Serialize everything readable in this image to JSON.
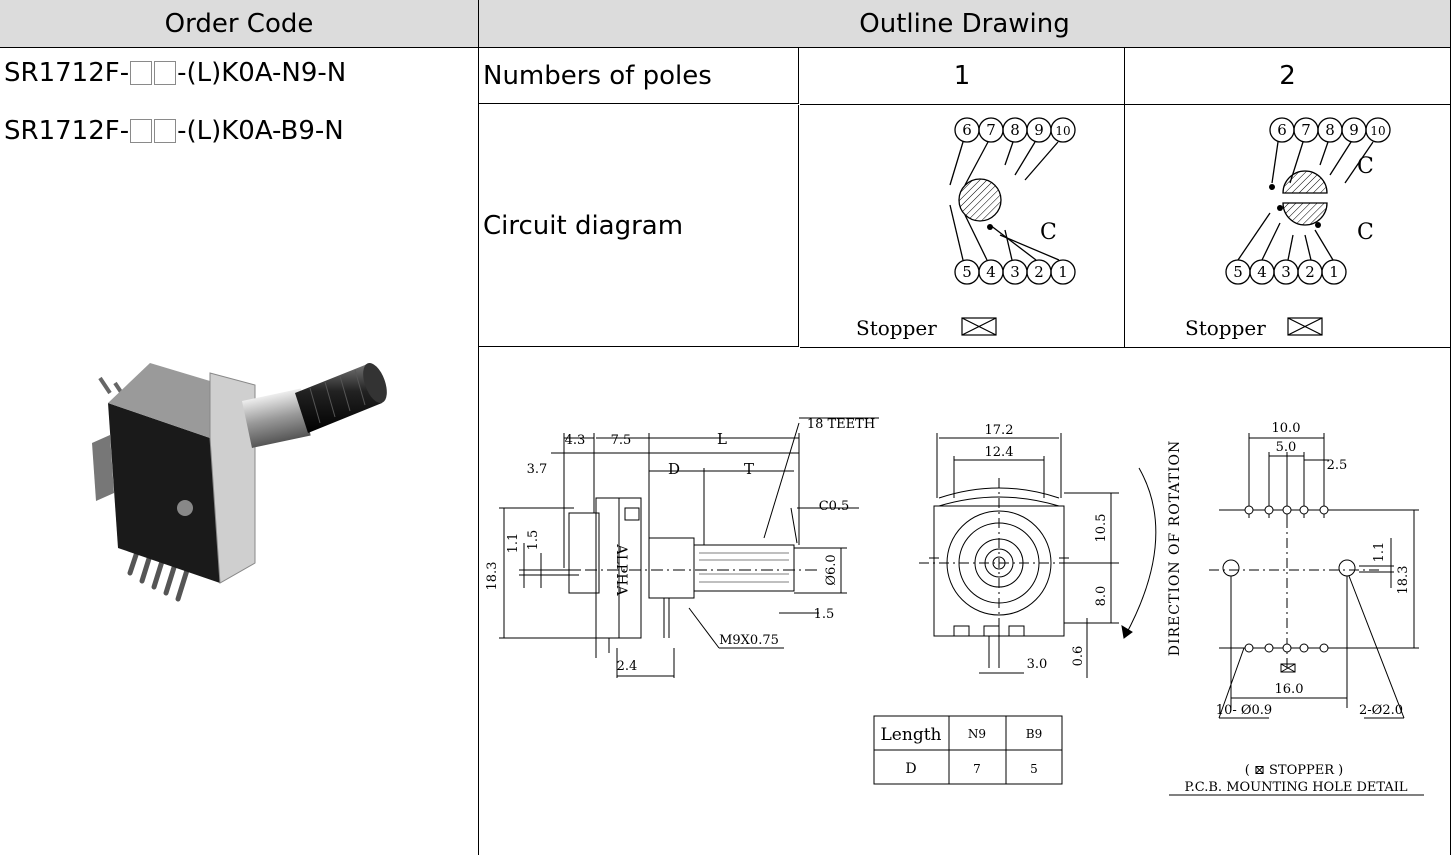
{
  "headers": {
    "order_code": "Order Code",
    "outline_drawing": "Outline Drawing"
  },
  "order_codes": [
    {
      "prefix": "SR1712F-",
      "suffix": "-(L)K0A-N9-N"
    },
    {
      "prefix": "SR1712F-",
      "suffix": "-(L)K0A-B9-N"
    }
  ],
  "poles": {
    "label": "Numbers of poles",
    "one": "1",
    "two": "2"
  },
  "circuit": {
    "label": "Circuit diagram",
    "top_numbers": [
      "6",
      "7",
      "8",
      "9",
      "10"
    ],
    "bottom_numbers": [
      "5",
      "4",
      "3",
      "2",
      "1"
    ],
    "common": "C",
    "stopper": "Stopper"
  },
  "drawing": {
    "side": {
      "dims": [
        "4.3",
        "7.5",
        "L",
        "18 TEETH",
        "3.7",
        "D",
        "T",
        "C0.5",
        "1.1",
        "1.5",
        "18.3",
        "Ø6.0",
        "1.5",
        "2.4",
        "M9X0.75"
      ],
      "brand": "ALPHA"
    },
    "front": {
      "dims": [
        "17.2",
        "12.4",
        "10.5",
        "8.0",
        "3.0",
        "0.6"
      ],
      "rotation": "DIRECTION OF ROTATION"
    },
    "pcb": {
      "dims": [
        "10.0",
        "5.0",
        "2.5",
        "1.1",
        "18.3",
        "16.0"
      ],
      "holes_small": "10- Ø0.9",
      "holes_large": "2-Ø2.0",
      "stopper_note": "( ⊠ STOPPER )",
      "title": "P.C.B. MOUNTING HOLE DETAIL"
    },
    "length_table": {
      "header": [
        "Length",
        "N9",
        "B9"
      ],
      "row": [
        "D",
        "7",
        "5"
      ]
    }
  }
}
